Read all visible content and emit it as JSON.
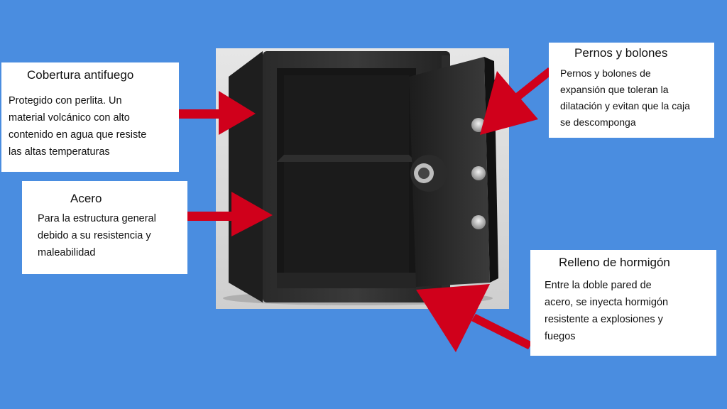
{
  "colors": {
    "background": "#4a8de0",
    "arrow": "#d0001b",
    "card": "#ffffff"
  },
  "callouts": [
    {
      "title": "Cobertura antifuego",
      "lines": [
        "Protegido con perlita. Un",
        "material volcánico con alto",
        "contenido en agua que resiste",
        "las altas temperaturas"
      ]
    },
    {
      "title": "Acero",
      "lines": [
        "Para la estructura general",
        "debido a su resistencia y",
        "maleabilidad"
      ]
    },
    {
      "title": "Pernos y bolones",
      "lines": [
        "Pernos y bolones de",
        "expansión que toleran la",
        "dilatación y evitan que la caja",
        "se descomponga"
      ]
    },
    {
      "title": "Relleno de hormigón",
      "lines": [
        "Entre la doble pared de",
        "acero, se inyecta hormigón",
        "resistente a explosiones y",
        "fuegos"
      ]
    }
  ]
}
